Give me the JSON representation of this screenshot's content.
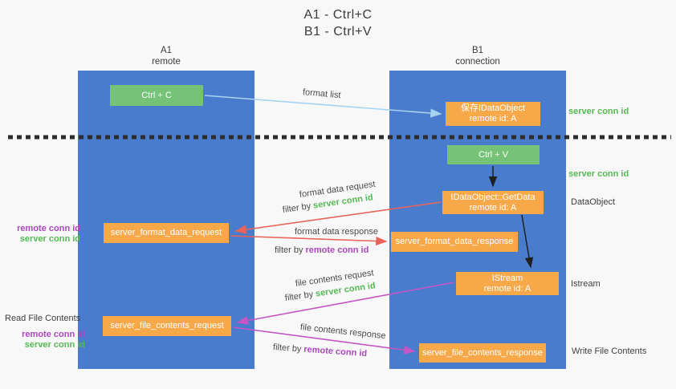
{
  "title": {
    "line1": "A1 - Ctrl+C",
    "line2": "B1 - Ctrl+V"
  },
  "columns": {
    "left": {
      "name": "A1",
      "subtitle": "remote"
    },
    "right": {
      "name": "B1",
      "subtitle": "connection"
    }
  },
  "nodes": {
    "ctrl_c": "Ctrl + C",
    "ctrl_v": "Ctrl + V",
    "save_dataobject": {
      "line1": "保存IDataObject",
      "line2": "remote id: A"
    },
    "getdata": {
      "line1": "IDataObject::GetData",
      "line2": "remote id: A"
    },
    "istream": {
      "line1": "IStream",
      "line2": "remote id: A"
    },
    "format_request": "server_format_data_request",
    "format_response": "server_format_data_response",
    "file_request": "server_file_contents_request",
    "file_response": "server_file_contents_response"
  },
  "arrows": {
    "format_list": {
      "label": "format list"
    },
    "format_request": {
      "label": "format data request",
      "filter_prefix": "filter by",
      "filter_key": "server conn id"
    },
    "format_response": {
      "label": "format data response",
      "filter_prefix": "filter by",
      "filter_key": "remote conn id"
    },
    "file_request": {
      "label": "file contents request",
      "filter_prefix": "filter by",
      "filter_key": "server conn id"
    },
    "file_response": {
      "label": "file contents response",
      "filter_prefix": "filter by",
      "filter_key": "remote conn id"
    }
  },
  "side_labels": {
    "server_conn_top": "server conn id",
    "server_conn_mid": "server conn id",
    "dataobject": "DataObject",
    "istream": "Istream",
    "write_file": "Write File Contents",
    "read_file": "Read File Contents",
    "format_remote_conn": "remote conn id",
    "format_server_conn": "server conn id",
    "file_remote_conn": "remote conn id",
    "file_server_conn": "server conn id"
  },
  "colors": {
    "lane_blue": "#4a7ccd",
    "box_green": "#76c276",
    "box_orange": "#f7a94a",
    "text_green": "#55b955",
    "text_purple": "#ab47bc",
    "arrow_red": "#e8645a",
    "arrow_magenta": "#c455c4",
    "arrow_lightblue": "#a6d3f2",
    "arrow_black": "#1f1f1f"
  }
}
